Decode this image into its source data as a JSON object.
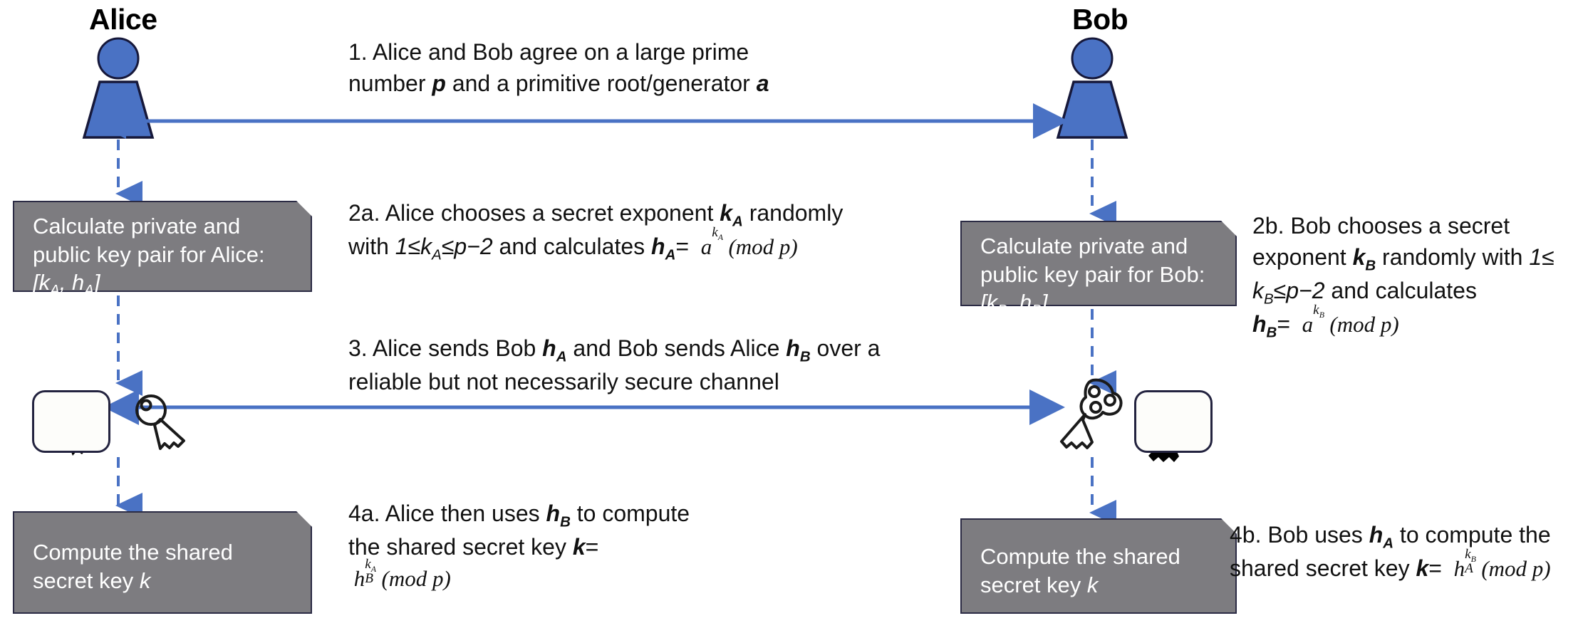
{
  "diagram": {
    "title_semantic": "diffie-hellman-key-exchange-protocol",
    "accent_blue": "#4a72c4",
    "box_gray": "#7d7c80",
    "box_border": "#2b2b44",
    "background": "#ffffff"
  },
  "actors": {
    "left": {
      "name": "Alice",
      "icon": "person-icon"
    },
    "right": {
      "name": "Bob",
      "icon": "person-icon"
    }
  },
  "boxes": {
    "alice_keypair": {
      "line1": "Calculate private and",
      "line2": "public key pair for Alice:",
      "line3_prefix": "[k",
      "line3_sub1": "A",
      "line3_mid": ", h",
      "line3_sub2": "A",
      "line3_suffix": "]"
    },
    "bob_keypair": {
      "line1": "Calculate private and",
      "line2": "public key pair for Bob:",
      "line3_prefix": "[k",
      "line3_sub1": "B",
      "line3_mid": ", h",
      "line3_sub2": "B",
      "line3_suffix": "]"
    },
    "alice_shared": {
      "line1": "Compute the shared",
      "line2_prefix": "secret key ",
      "line2_italic": "k"
    },
    "bob_shared": {
      "line1": "Compute the shared",
      "line2_prefix": "secret key ",
      "line2_italic": "k"
    }
  },
  "steps": {
    "s1": {
      "part1": "1. Alice and Bob agree on a large prime number ",
      "bold1": "p",
      "part2": " and a primitive root/generator ",
      "bold2": "a"
    },
    "s2a": {
      "part1": "2a. Alice chooses a secret exponent ",
      "bold1": "k",
      "bold1_sub": "A",
      "part2": " randomly with ",
      "ineq_pre": "1≤k",
      "ineq_sub": "A",
      "ineq_post": "≤p−2",
      "part3": " and calculates ",
      "bold2": "h",
      "bold2_sub": "A",
      "eq": "=",
      "formula_base": "a",
      "formula_sup": "k",
      "formula_sup_sub": "A",
      "formula_mod": "(mod p)"
    },
    "s2b": {
      "part1": "2b. Bob chooses a secret exponent ",
      "bold1": "k",
      "bold1_sub": "B",
      "part2": " randomly with ",
      "ineq_pre": "1≤ k",
      "ineq_sub": "B",
      "ineq_post": "≤p−2",
      "part3": " and calculates ",
      "bold2": "h",
      "bold2_sub": "B",
      "eq": "=",
      "formula_base": "a",
      "formula_sup": "k",
      "formula_sup_sub": "B",
      "formula_mod": "(mod p)"
    },
    "s3": {
      "part1": "3. Alice sends Bob ",
      "bold1": "h",
      "bold1_sub": "A",
      "part2": " and Bob sends Alice ",
      "bold2": "h",
      "bold2_sub": "B",
      "part3": " over a reliable but not necessarily secure channel"
    },
    "s4a": {
      "part1": "4a. Alice then uses ",
      "bold1": "h",
      "bold1_sub": "B",
      "part2": " to compute the shared secret key ",
      "k_italic": "k",
      "eq": "=",
      "formula_base": "h",
      "formula_sup": "k",
      "formula_sup_sub": "A",
      "formula_sub": "B",
      "formula_mod": "(mod p)"
    },
    "s4b": {
      "part1": "4b. Bob uses ",
      "bold1": "h",
      "bold1_sub": "A",
      "part2": " to compute the shared secret key ",
      "k_italic": "k",
      "eq": "=",
      "formula_base": "h",
      "formula_sup": "k",
      "formula_sup_sub": "B",
      "formula_sub": "A",
      "formula_mod": "(mod p)"
    }
  },
  "icons": {
    "alice_private_key": "solid-key-icon",
    "alice_public_key": "outline-key-icon",
    "bob_private_key": "solid-skeleton-key-icon",
    "bob_public_key": "outline-skeleton-key-icon",
    "exchange_arrow_top": "double-headed-arrow-icon",
    "exchange_arrow_keys": "double-headed-arrow-icon",
    "flow_arrow": "dashed-down-arrow-icon"
  }
}
